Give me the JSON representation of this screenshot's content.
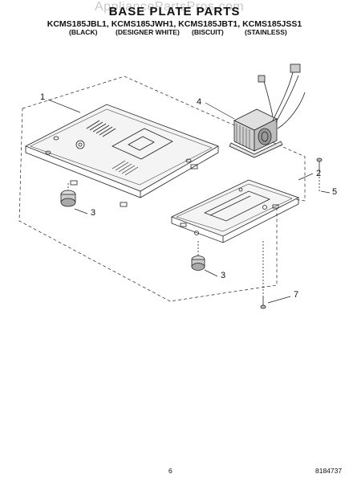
{
  "watermark": "AppliancePartsPros.com",
  "title": "BASE PLATE PARTS",
  "models": "KCMS185JBL1, KCMS185JWH1, KCMS185JBT1, KCMS185JSS1",
  "variants": [
    "(BLACK)",
    "(DESIGNER WHITE)",
    "(BISCUIT)",
    "(STAINLESS)"
  ],
  "callouts": [
    "1",
    "2",
    "3",
    "3",
    "4",
    "5",
    "7"
  ],
  "footer": {
    "page_number": "6",
    "doc_number": "8184737"
  }
}
